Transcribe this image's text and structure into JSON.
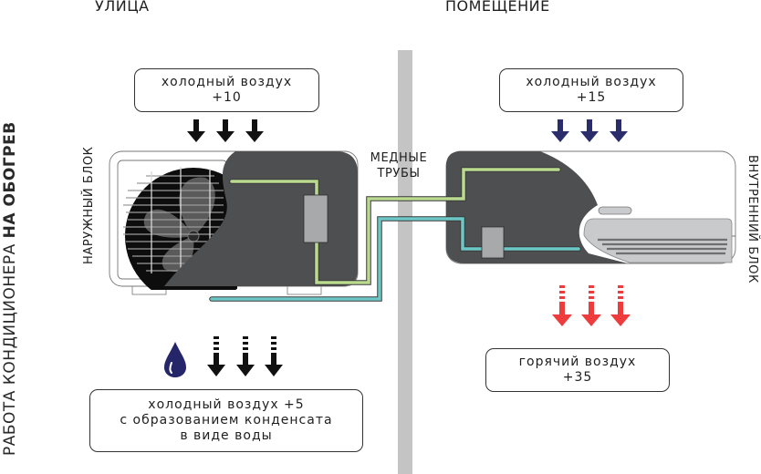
{
  "title": {
    "prefix": "РАБОТА КОНДИЦИОНЕРА ",
    "bold": "НА ОБОГРЕВ"
  },
  "zones": {
    "outside": "УЛИЦА",
    "inside": "ПОМЕЩЕНИЕ"
  },
  "units": {
    "outdoor_label": "НАРУЖНЫЙ БЛОК",
    "indoor_label": "ВНУТРЕННИЙ БЛОК",
    "pipes_label_line1": "МЕДНЫЕ",
    "pipes_label_line2": "ТРУБЫ"
  },
  "boxes": {
    "outdoor_intake": {
      "line1": "холодный воздух",
      "line2": "+10"
    },
    "indoor_intake": {
      "line1": "холодный воздух",
      "line2": "+15"
    },
    "outdoor_exhaust": {
      "line1": "холодный воздух +5",
      "line2": "с образованием конденсата",
      "line3": "в виде воды"
    },
    "indoor_exhaust": {
      "line1": "горячий воздух",
      "line2": "+35"
    }
  },
  "icons": {
    "intake_arrows_outdoor": "arrow-down-icon",
    "intake_arrows_indoor": "arrow-down-icon",
    "exhaust_arrows_outdoor": "dashed-arrow-down-icon",
    "exhaust_arrows_indoor": "dashed-arrow-down-icon",
    "condensate": "water-drop-icon",
    "fan": "fan-icon"
  },
  "colors": {
    "unit_body": "#4d4f51",
    "hot_pipe": "#b9da8f",
    "cold_pipe": "#6cc8c6",
    "divider": "#c4c4c4",
    "outdoor_arrow": "#111111",
    "indoor_cold_arrow": "#2a2d6a",
    "indoor_hot_arrow": "#ee3c3c",
    "drop": "#25266a"
  }
}
